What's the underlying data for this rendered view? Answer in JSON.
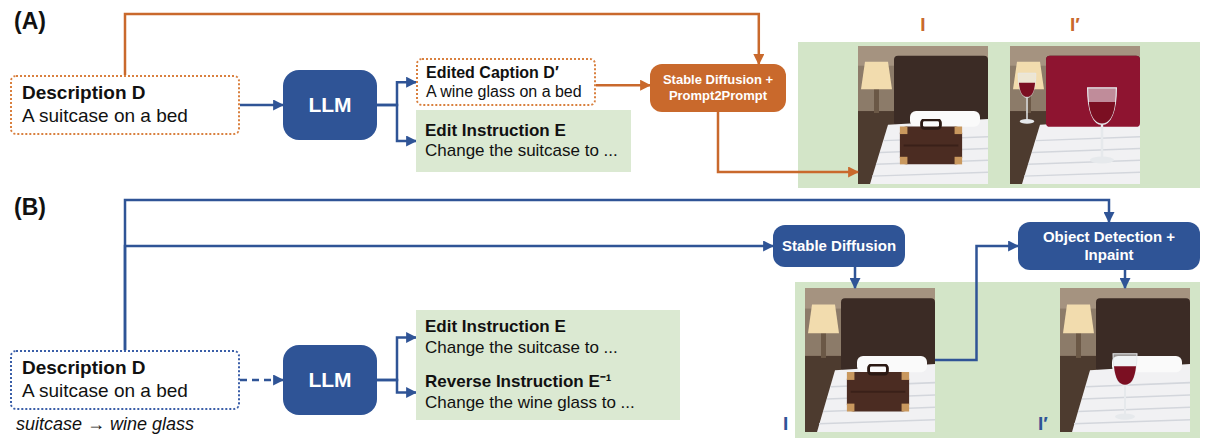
{
  "diagram": {
    "nodes": [
      {
        "text": [
          "Description D",
          "A suitcase on a bed"
        ]
      },
      {
        "text": [
          "LLM"
        ]
      },
      {
        "text": [
          "Edited Caption D′",
          "A wine glass on a bed"
        ]
      },
      {
        "text": [
          "Edit Instruction E",
          "Change the suitcase to ..."
        ]
      },
      {
        "text": [
          "Stable Diffusion + Prompt2Prompt"
        ]
      },
      {
        "text": [
          "I"
        ]
      },
      {
        "text": [
          "I′"
        ]
      },
      {
        "text": [
          "Description D",
          "A suitcase on a bed",
          "suitcase → wine glass"
        ]
      },
      {
        "text": [
          "LLM"
        ]
      },
      {
        "text": [
          "Edit Instruction E",
          "Change the suitcase to ..."
        ]
      },
      {
        "text": [
          "Reverse Instruction E⁻¹",
          "Change the wine glass to ..."
        ]
      },
      {
        "text": [
          "Stable Diffusion"
        ]
      },
      {
        "text": [
          "Object Detection + Inpaint"
        ]
      },
      {
        "text": [
          "I"
        ]
      },
      {
        "text": [
          "I′"
        ]
      }
    ],
    "edges": [
      {
        "from": 0,
        "to": 1,
        "arrow": "to"
      },
      {
        "from": 1,
        "to": 2,
        "arrow": "to"
      },
      {
        "from": 1,
        "to": 3,
        "arrow": "to"
      },
      {
        "from": 2,
        "to": 4,
        "arrow": "to"
      },
      {
        "from": 0,
        "to": 4,
        "arrow": "to"
      },
      {
        "from": 4,
        "to": 5,
        "arrow": "to"
      },
      {
        "from": 7,
        "to": 8,
        "arrow": "to"
      },
      {
        "from": 8,
        "to": 9,
        "arrow": "to"
      },
      {
        "from": 8,
        "to": 10,
        "arrow": "to"
      },
      {
        "from": 7,
        "to": 11,
        "arrow": "to"
      },
      {
        "from": 7,
        "to": 12,
        "arrow": "to"
      },
      {
        "from": 11,
        "to": 13,
        "arrow": "to"
      },
      {
        "from": 13,
        "to": 12,
        "arrow": "to"
      },
      {
        "from": 12,
        "to": 14,
        "arrow": "to"
      }
    ],
    "labels": [
      "(A)",
      "(B)"
    ]
  }
}
